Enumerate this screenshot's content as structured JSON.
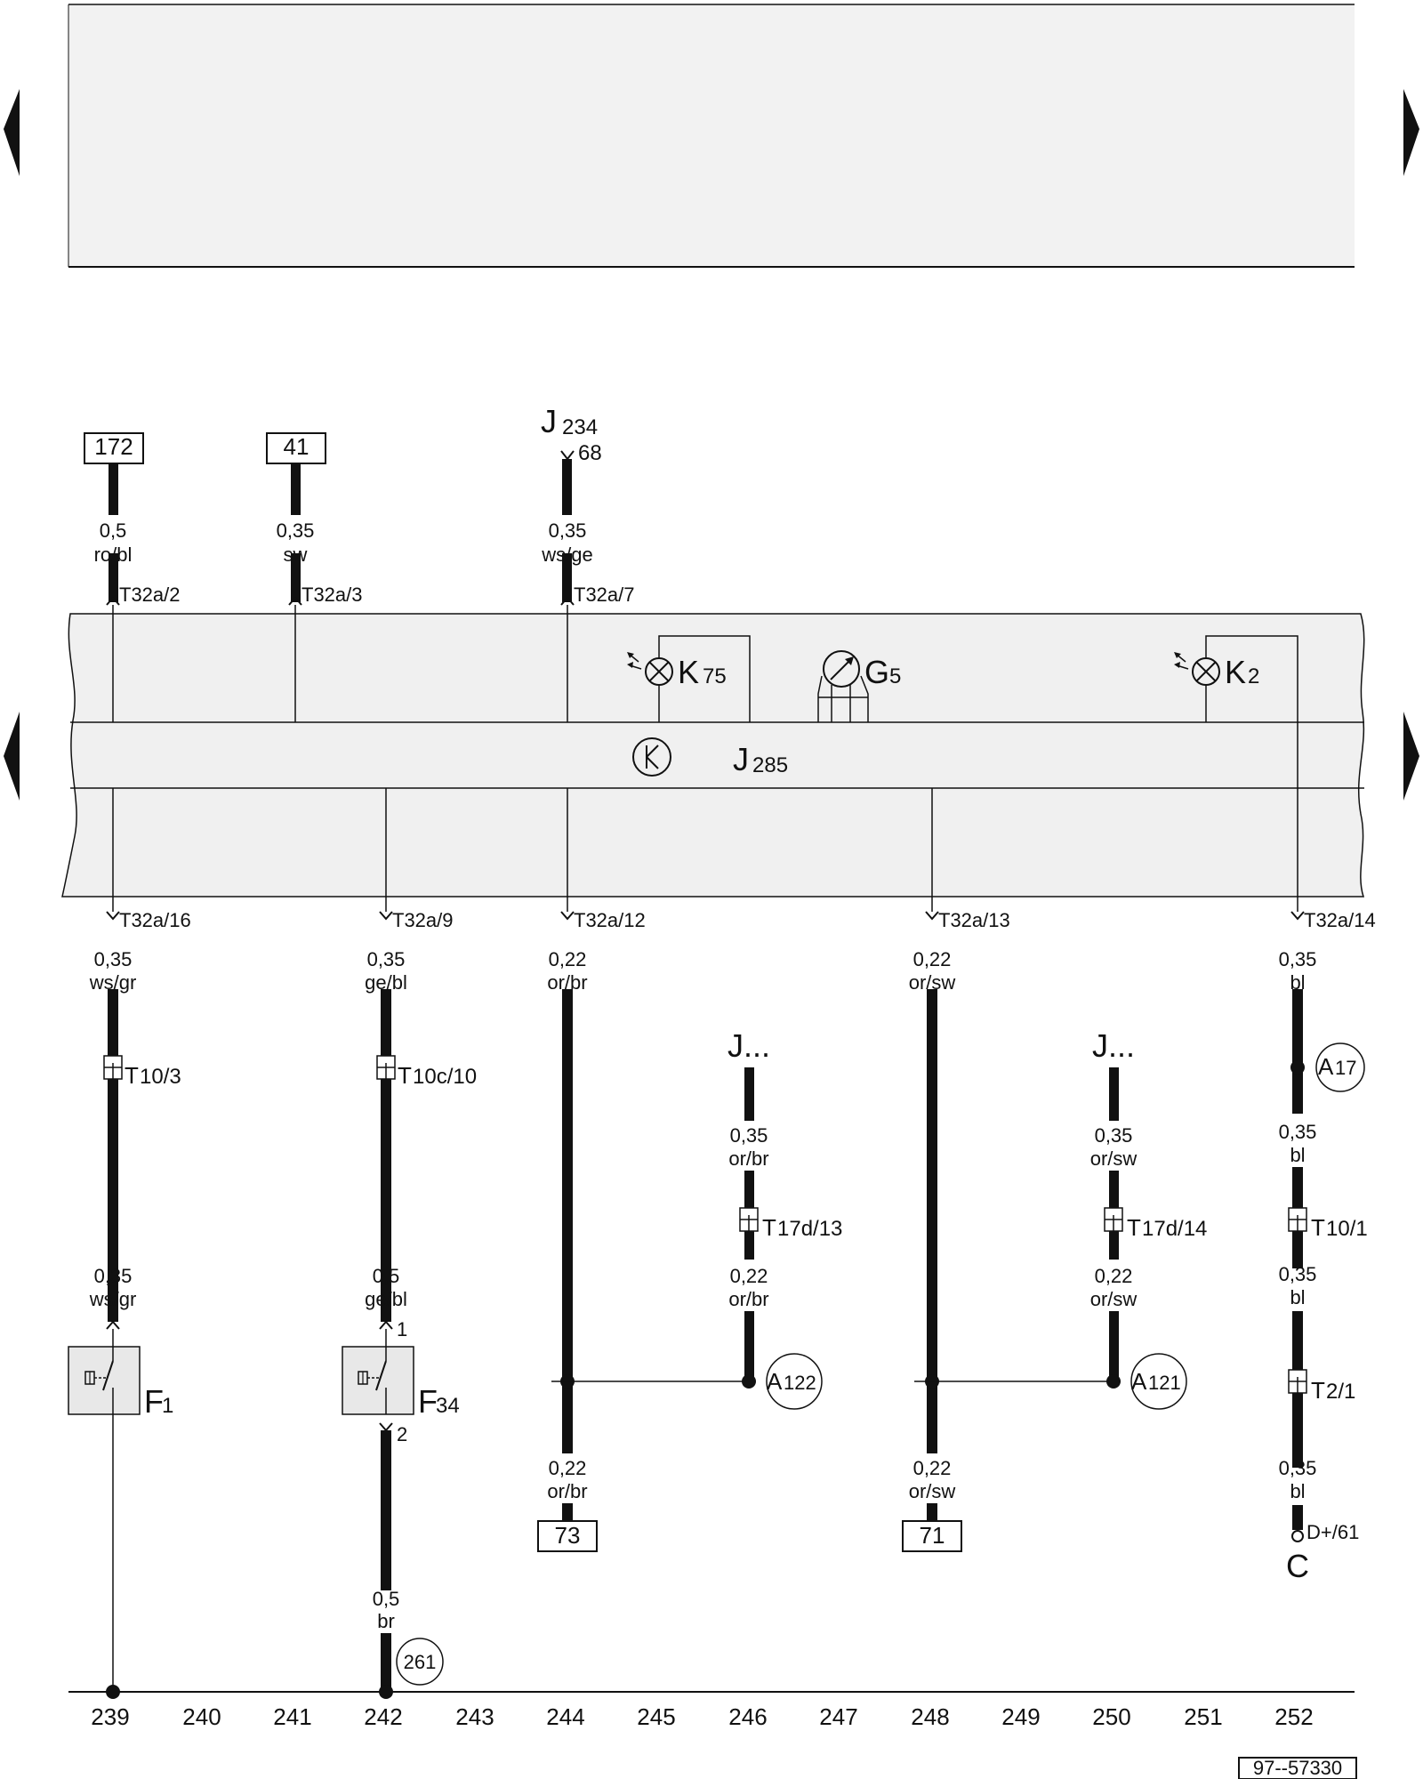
{
  "colors": {
    "background": "#ffffff",
    "panel": "#f2f2f2",
    "wire": "#111111",
    "arrow": "#111111"
  },
  "navigation": [
    {
      "name": "prev-page-arrow-icon",
      "dir": "left"
    },
    {
      "name": "next-page-arrow-icon",
      "dir": "right"
    },
    {
      "name": "prev-section-arrow-icon",
      "dir": "left"
    },
    {
      "name": "next-section-arrow-icon",
      "dir": "right"
    }
  ],
  "top_refs": {
    "r172": "172",
    "r41": "41",
    "j234": "J",
    "j234_sub": "234",
    "j234_pin": "68"
  },
  "upper_wires": [
    {
      "size": "0,5",
      "color": "ro/bl",
      "pin": "T32a/2"
    },
    {
      "size": "0,35",
      "color": "sw",
      "pin": "T32a/3"
    },
    {
      "size": "0,35",
      "color": "ws/ge",
      "pin": "T32a/7"
    }
  ],
  "cluster": {
    "k75": "K",
    "k75_sub": "75",
    "g5": "G",
    "g5_sub": "5",
    "k2": "K",
    "k2_sub": "2",
    "j285": "J",
    "j285_sub": "285"
  },
  "lower_pins": [
    "T32a/16",
    "T32a/9",
    "T32a/12",
    "T32a/13",
    "T32a/14"
  ],
  "lower_wires": [
    {
      "size": "0,35",
      "color": "ws/gr"
    },
    {
      "size": "0,35",
      "color": "ge/bl"
    },
    {
      "size": "0,22",
      "color": "or/br"
    },
    {
      "size": "0,22",
      "color": "or/sw"
    },
    {
      "size": "0,35",
      "color": "bl"
    }
  ],
  "col239": {
    "conn": "T",
    "conn_sub": "10/3",
    "size2": "0,35",
    "color2": "ws/gr",
    "switch": "F",
    "switch_sub": "1"
  },
  "col242": {
    "conn": "T",
    "conn_sub": "10c/10",
    "size2": "0,5",
    "color2": "ge/bl",
    "pin1": "1",
    "pin2": "2",
    "switch": "F",
    "switch_sub": "34",
    "size3": "0,5",
    "color3": "br",
    "ground": "261"
  },
  "col244": {
    "size2": "0,22",
    "color2": "or/br",
    "ref": "73"
  },
  "col246": {
    "j": "J...",
    "size1": "0,35",
    "color1": "or/br",
    "conn": "T",
    "conn_sub": "17d/13",
    "size2": "0,22",
    "color2": "or/br",
    "splice": "A",
    "splice_sub": "122"
  },
  "col248": {
    "size2": "0,22",
    "color2": "or/sw",
    "ref": "71"
  },
  "col250": {
    "j": "J...",
    "size1": "0,35",
    "color1": "or/sw",
    "conn": "T",
    "conn_sub": "17d/14",
    "size2": "0,22",
    "color2": "or/sw",
    "splice": "A",
    "splice_sub": "121"
  },
  "col252": {
    "splice": "A",
    "splice_sub": "17",
    "size2": "0,35",
    "color2": "bl",
    "conn1": "T",
    "conn1_sub": "10/1",
    "size3": "0,35",
    "color3": "bl",
    "conn2": "T",
    "conn2_sub": "2/1",
    "size4": "0,35",
    "color4": "bl",
    "term": "D+/61",
    "term_letter": "C"
  },
  "column_numbers": [
    "239",
    "240",
    "241",
    "242",
    "243",
    "244",
    "245",
    "246",
    "247",
    "248",
    "249",
    "250",
    "251",
    "252"
  ],
  "figure_id": "97--57330"
}
